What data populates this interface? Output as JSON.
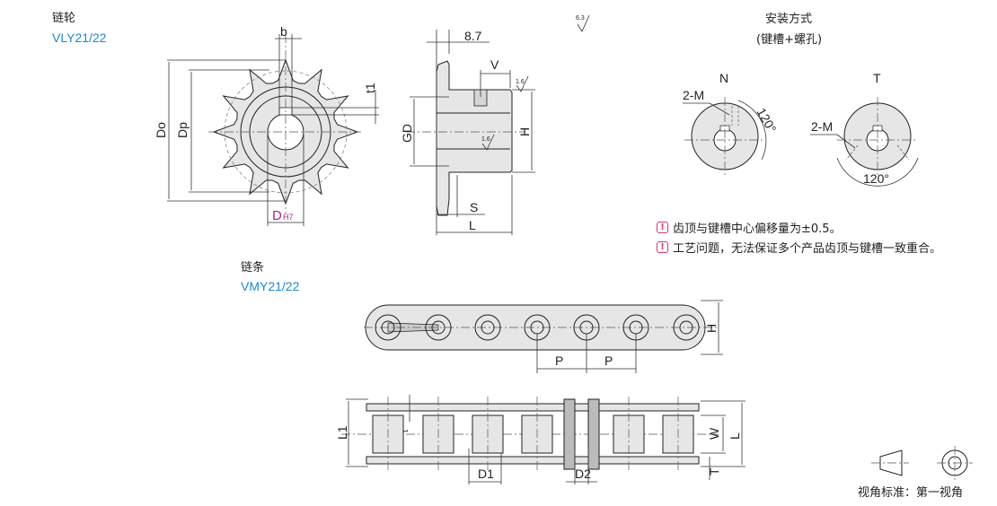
{
  "sprocket": {
    "title": "链轮",
    "model": "VLY21/22",
    "dims": {
      "b": "b",
      "t1": "t1",
      "Do": "Do",
      "Dp": "Dp",
      "D": "D",
      "D_tol": "H7",
      "width_87": "8.7",
      "V": "V",
      "GD": "GD",
      "H": "H",
      "S": "S",
      "L": "L"
    },
    "roughness": {
      "general": "6.3",
      "face": "1.6",
      "bore": "1.6"
    }
  },
  "mounting": {
    "title": "安装方式",
    "subtitle": "(键槽+螺孔)",
    "type_n": "N",
    "type_t": "T",
    "screw_n": "2-M",
    "screw_t": "2-M",
    "angle_n": "120°",
    "angle_t": "120°"
  },
  "notes": [
    "齿顶与键槽中心偏移量为±0.5。",
    "工艺问题，无法保证多个产品齿顶与键槽一致重合。"
  ],
  "note_icon": "warning-icon",
  "chain": {
    "title": "链条",
    "model": "VMY21/22",
    "dims": {
      "H": "H",
      "P1": "P",
      "P2": "P",
      "L1": "L1",
      "t": "t",
      "D1": "D1",
      "D2": "D2",
      "W": "W",
      "L": "L",
      "T": "T"
    }
  },
  "projection": {
    "label": "视角标准：第一视角"
  },
  "colors": {
    "accent": "#1a8ad4",
    "warn": "#d6336c",
    "tolerance": "#a0278f"
  }
}
